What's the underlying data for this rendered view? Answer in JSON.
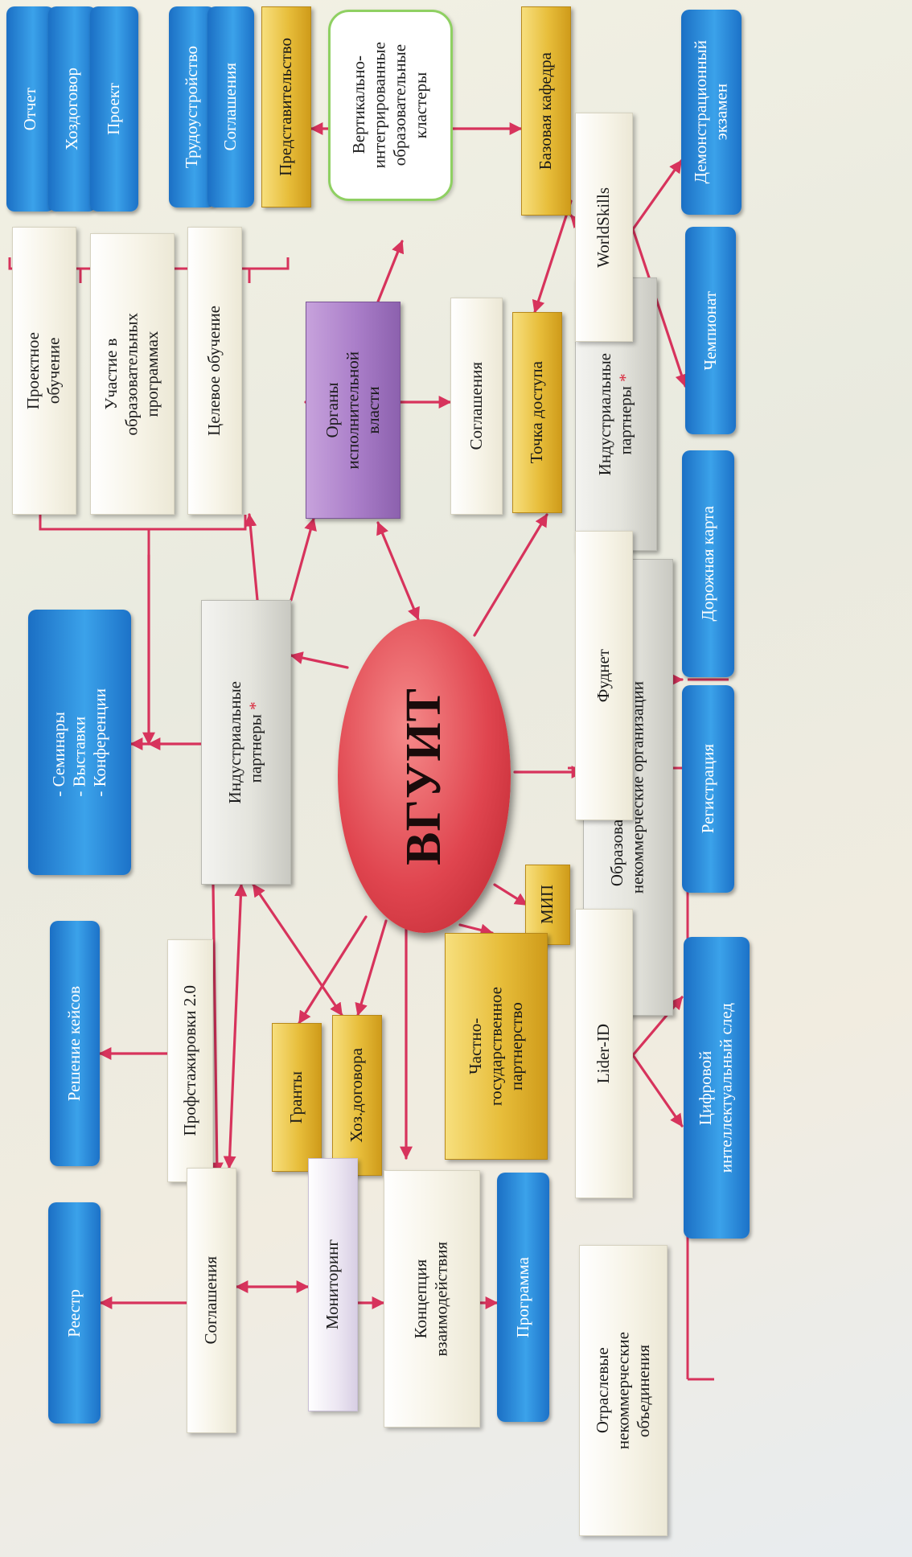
{
  "colors": {
    "arrow": "#d7335c",
    "blue_box": "#2a8ad8",
    "gold_box": "#e4b733",
    "purple_box": "#a77cc6",
    "center": "#de4450"
  },
  "nodes": {
    "vguit": "ВГУИТ",
    "ind_partners_main": "Индустриальные\nпартнеры",
    "ind_partners_main_mark": "*",
    "organy": "Органы\nисполнительной\nвласти",
    "obrazovatelnye": "Образовательные, научные,\nнекоммерческие организации",
    "mip": "МИП",
    "chastno": "Частно-\nгосударственное\nпартнерство",
    "granty": "Гранты",
    "hoz_dogovora": "Хоз.договора",
    "profstazhirovki": "Профстажировки 2.0",
    "soglasheniya_left": "Соглашения",
    "monitoring": "Мониторинг",
    "konceptsiya": "Концепция\nвзаимодействия",
    "programma": "Программа",
    "reestr": "Реестр",
    "reshenie_keysov": "Решение кейсов",
    "seminary": "-  Семинары\n-  Выставки\n-  Конференции",
    "proektnoe_obuchenie": "Проектное\nобучение",
    "uchastie": "Участие в\nобразовательных\nпрограммах",
    "tselevoe": "Целевое обучение",
    "otchet": "Отчет",
    "hozdogovor": "Хоздоговор",
    "proekt": "Проект",
    "trudoustroystvo": "Трудоустройство",
    "soglasheniya_top": "Соглашения",
    "predstavitelstvo": "Представительство",
    "klastery": "Вертикально-\nинтегрированные\nобразовательные\nкластеры",
    "bazovaya_kafedra": "Базовая кафедра",
    "soglasheniya_mid": "Соглашения",
    "tochka_dostupa": "Точка доступа",
    "ind_partners_right": "Индустриальные\nпартнеры",
    "ind_partners_right_mark": "*",
    "worldskills": "WorldSkills",
    "fudnet": "Фуднет",
    "lider_id": "Lider-ID",
    "otraslevye": "Отраслевые\nнекоммерческие\nобъединения",
    "dem_ekzamen": "Демонстрационный\nэкзамен",
    "chempionat": "Чемпионат",
    "dorozhnaya_karta": "Дорожная карта",
    "registratsiya": "Регистрация",
    "tsifrovoy_sled": "Цифровой\nинтеллектуальный след"
  }
}
